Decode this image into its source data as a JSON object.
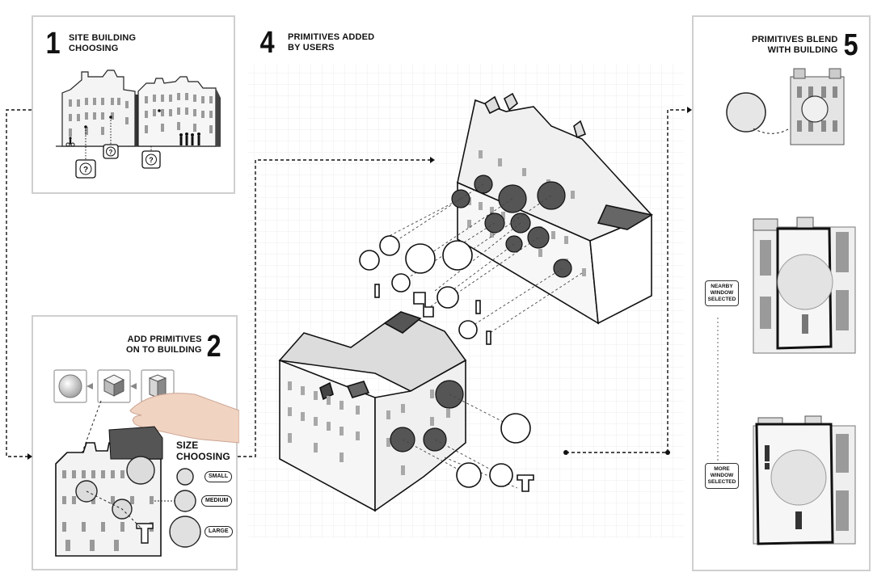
{
  "steps": {
    "step1": {
      "number": "1",
      "title_line1": "SITE BUILDING",
      "title_line2": "CHOOSING"
    },
    "step2": {
      "number": "2",
      "title_line1": "ADD PRIMITIVES",
      "title_line2": "ON TO BUILDING"
    },
    "step4": {
      "number": "4",
      "title_line1": "PRIMITIVES ADDED",
      "title_line2": "BY USERS"
    },
    "step5": {
      "number": "5",
      "title_line1": "PRIMITIVES BLEND",
      "title_line2": "WITH BUILDING"
    }
  },
  "size_choosing": {
    "title_line1": "SIZE",
    "title_line2": "CHOOSING",
    "options": [
      "SMALL",
      "MEDIUM",
      "LARGE"
    ]
  },
  "markers": {
    "question_mark": "?"
  },
  "notes": {
    "nearby": [
      "NEARBY",
      "WINDOW",
      "SELECTED"
    ],
    "more": [
      "MORE",
      "WINDOW",
      "SELECTED"
    ]
  }
}
